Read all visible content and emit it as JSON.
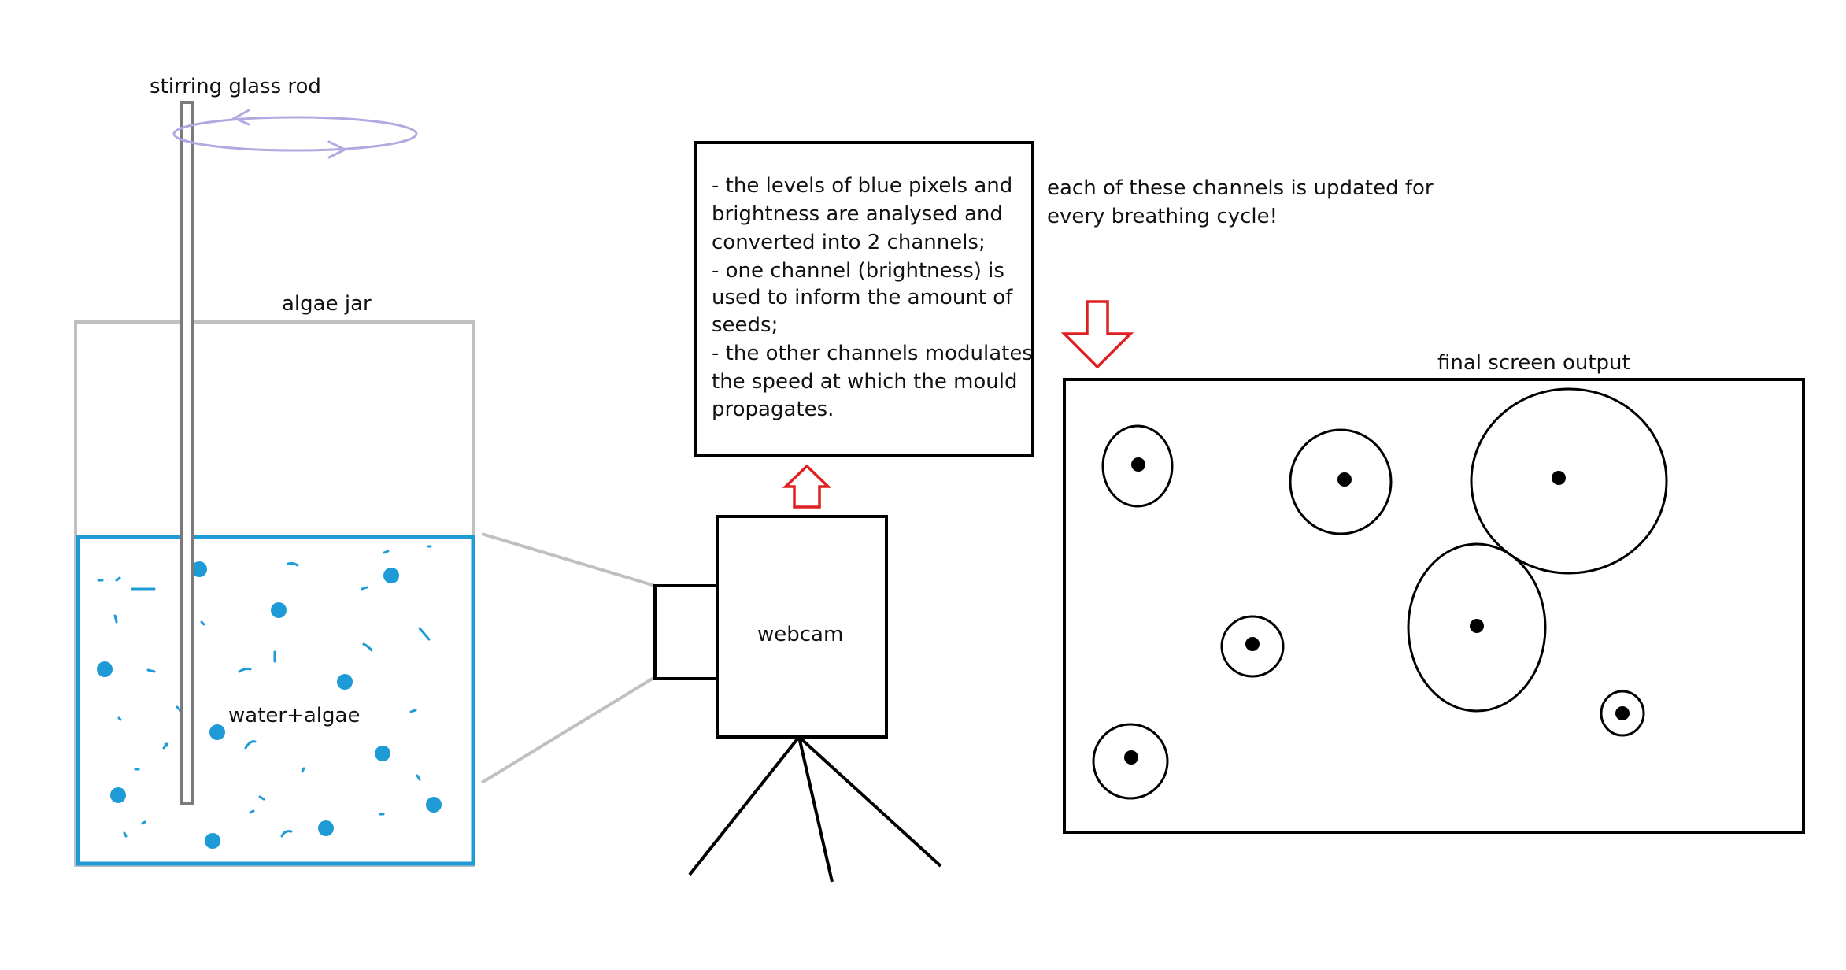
{
  "labels": {
    "rod": "stirring glass rod",
    "jar": "algae jar",
    "water": "water+algae",
    "webcam": "webcam",
    "screen": "final screen output"
  },
  "process_box": {
    "lines": [
      "- the levels of blue pixels and",
      "brightness are analysed and",
      "converted into 2 channels;",
      "- one channel (brightness) is",
      "used to inform the amount of",
      "seeds;",
      "- the other channels modulates",
      "the speed at which the mould",
      "propagates."
    ]
  },
  "note": {
    "lines": [
      "each of these channels is updated for",
      "every breathing cycle!"
    ]
  },
  "colors": {
    "rotation_arrow": "#b3a8e0",
    "water": "#1e9bd7",
    "algae": "#1e9bd7",
    "jar_outline": "#c0c0c0",
    "red_arrow": "#e02020",
    "line": "#000000"
  }
}
